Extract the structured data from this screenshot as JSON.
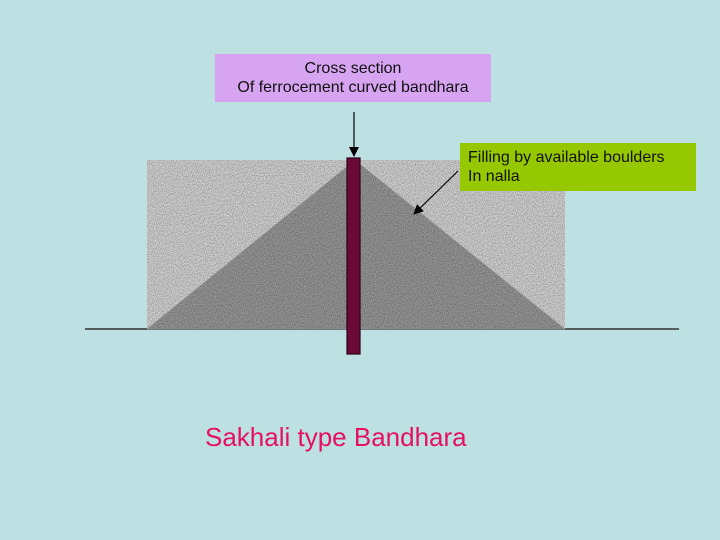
{
  "slide": {
    "background": "#bde0e3",
    "title": "Sakhali type Bandhara",
    "title_color": "#e6105e"
  },
  "labels": {
    "cross_section": {
      "line1": "Cross section",
      "line2": "Of ferrocement curved bandhara",
      "box_color": "#d7a4f2"
    },
    "filling": {
      "line1": "Filling by available boulders",
      "line2": "In nalla",
      "box_color": "#96c800"
    }
  },
  "diagram": {
    "ground_line_color": "#333333",
    "fill_color": "#a9a9a9",
    "wall_color": "#6b0a36"
  }
}
